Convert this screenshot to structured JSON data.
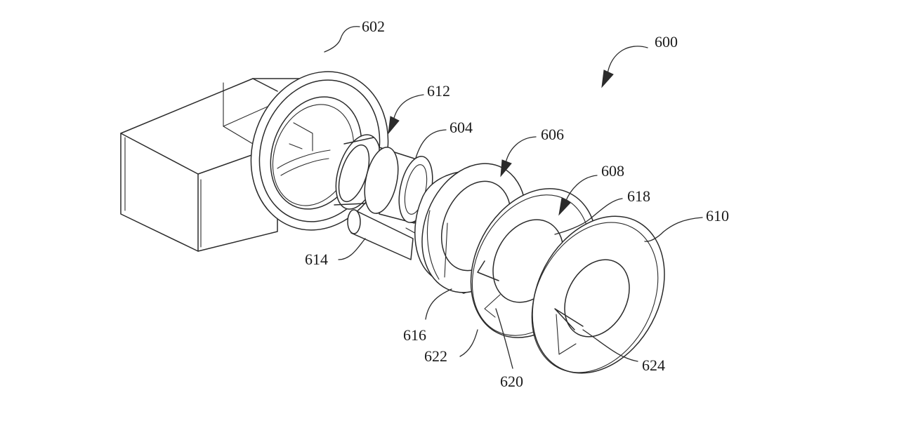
{
  "figure": {
    "reference_numerals": {
      "assembly": "600",
      "housing": "602",
      "element_604": "604",
      "element_606": "606",
      "element_608": "608",
      "element_610": "610",
      "element_612": "612",
      "shaft": "614",
      "element_616": "616",
      "element_618": "618",
      "element_620": "620",
      "element_622": "622",
      "element_624": "624"
    }
  }
}
